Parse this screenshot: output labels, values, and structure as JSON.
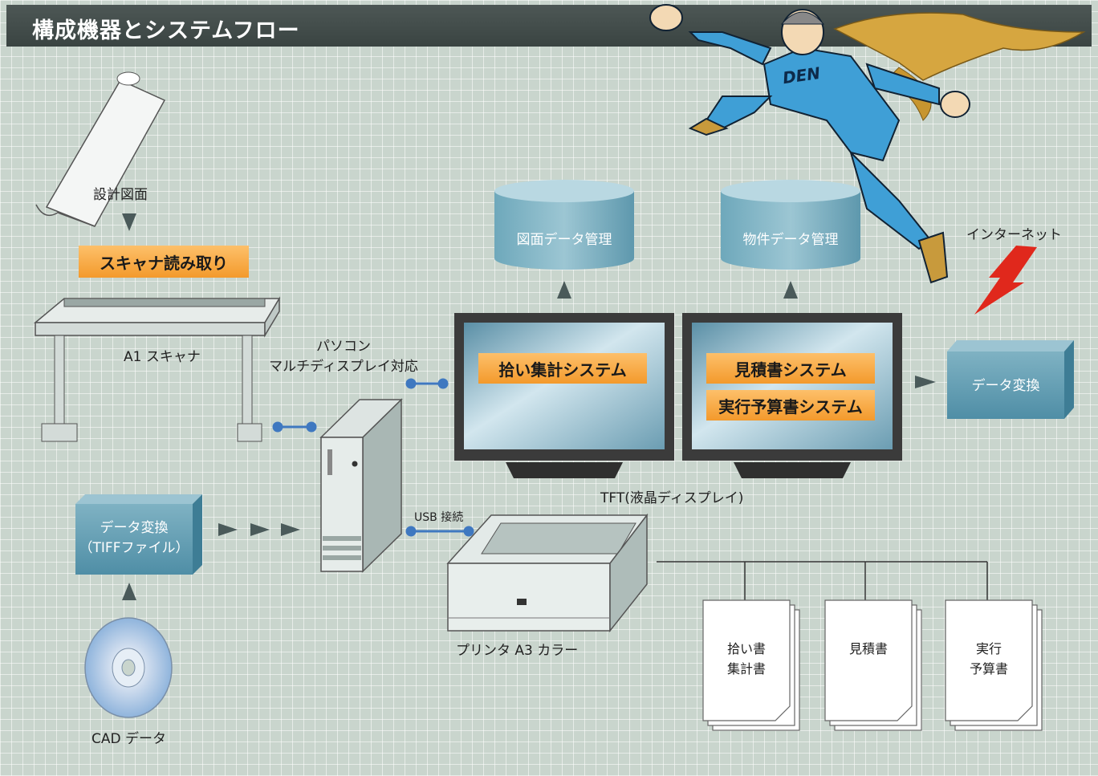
{
  "title": "構成機器とシステムフロー",
  "labels": {
    "drawing": "設計図面",
    "scan": "スキャナ読み取り",
    "scanner": "A1 スキャナ",
    "pc": "パソコン\nマルチディスプレイ対応",
    "convert_tiff": "データ変換\n（TIFFファイル）",
    "cad": "CAD データ",
    "usb": "USB 接続",
    "printer": "プリンタ A3 カラー",
    "tft": "TFT(液晶ディスプレイ)",
    "db_drawing": "図面データ管理",
    "db_property": "物件データ管理",
    "sys_takeoff": "拾い集計システム",
    "sys_estimate": "見積書システム",
    "sys_budget": "実行予算書システム",
    "convert": "データ変換",
    "internet": "インターネット",
    "doc_takeoff": "拾い書\n集計書",
    "doc_estimate": "見積書",
    "doc_budget": "実行\n予算書",
    "mascot_shirt": "DEN"
  },
  "colors": {
    "accent_orange": "#f39a2c",
    "box_blue": "#5f9fb4",
    "title_bar": "#3f4947",
    "lightning": "#e0281c",
    "connector": "#3f78c0",
    "mascot_suit": "#3f9fd6"
  },
  "icons": [
    "rolled-drawing-icon",
    "scanner-icon",
    "pc-tower-icon",
    "cd-icon",
    "printer-icon",
    "monitor-icon",
    "database-icon",
    "lightning-icon",
    "document-stack-icon",
    "mascot-illustration"
  ]
}
